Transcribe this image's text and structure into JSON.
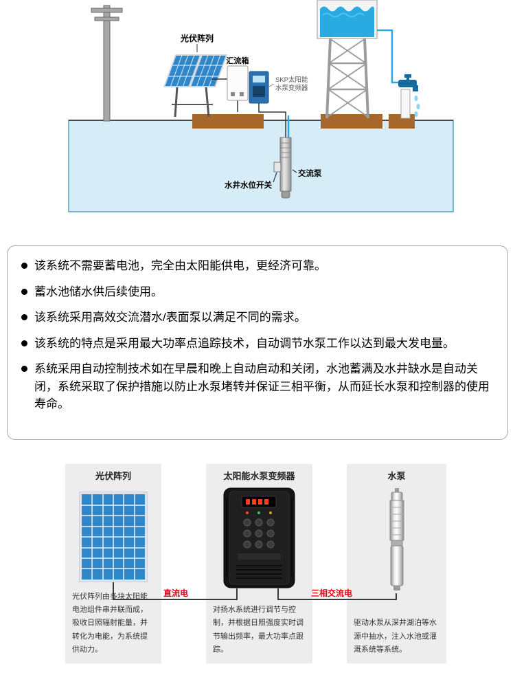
{
  "diagram": {
    "pv_array_label": "光伏阵列",
    "combiner_box_label": "汇流箱",
    "inverter_label_line1": "SKP太阳能",
    "inverter_label_line2": "水泵变频器",
    "ac_pump_label": "交流泵",
    "water_level_switch_label": "水井水位开关"
  },
  "features": {
    "items": [
      "该系统不需要蓄电池，完全由太阳能供电，更经济可靠。",
      "蓄水池储水供后续使用。",
      "该系统采用高效交流潜水/表面泵以满足不同的需求。",
      "该系统的特点是采用最大功率点追踪技术，自动调节水泵工作以达到最大发电量。",
      "系统采用自动控制技术如在早晨和晚上自动启动和关闭，水池蓄满及水井缺水是自动关闭，系统采取了保护措施以防止水泵堵转并保证三相平衡，从而延长水泵和控制器的使用寿命。"
    ]
  },
  "components": {
    "panels": [
      {
        "title": "光伏阵列",
        "description": "光伏阵列由多块太阳能电池组件串并联而成，吸收日照辐射能量，并转化为电能，为系统提供动力。"
      },
      {
        "title": "太阳能水泵变频器",
        "description": "对扬水系统进行调节与控制，并根据日照强度实时调节输出频率，最大功率点跟踪。"
      },
      {
        "title": "水泵",
        "description": "驱动水泵从深井湖泊等水源中抽水，注入水池或灌溉系统等系统。"
      }
    ],
    "dc_label": "直流电",
    "ac_label": "三相交流电"
  },
  "colors": {
    "water_blue": "#29abe2",
    "underground_blue": "#d6edf7",
    "soil_brown": "#a5682a",
    "panel_blue": "#2f86c8",
    "accent_red": "#e60012",
    "panel_bg": "#ededed"
  }
}
